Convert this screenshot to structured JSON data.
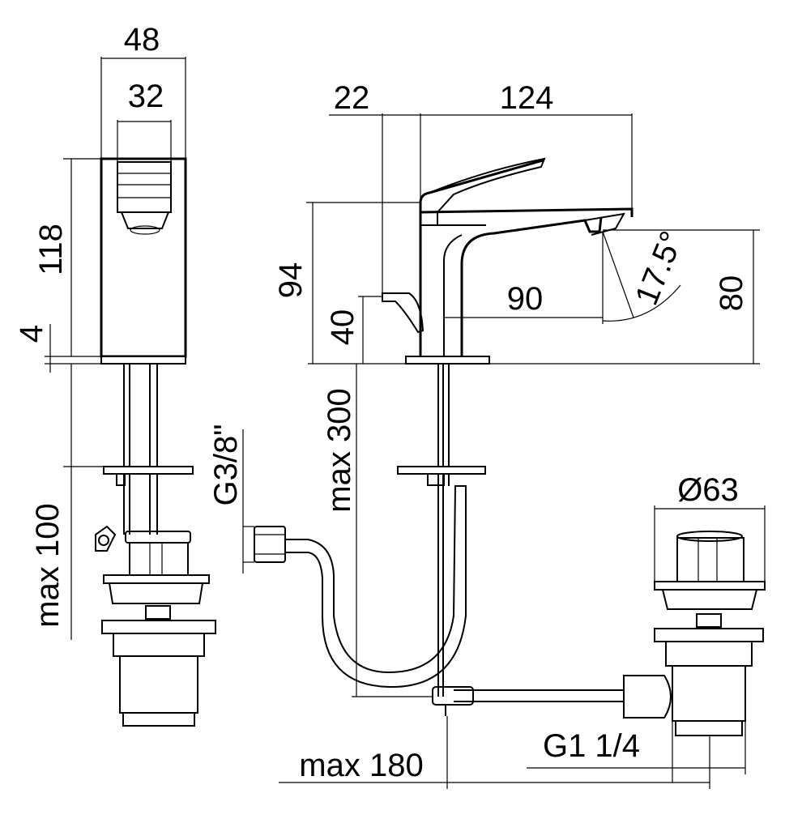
{
  "dimensions": {
    "width_48": "48",
    "width_32": "32",
    "height_118": "118",
    "thickness_4": "4",
    "max_100": "max 100",
    "offset_22": "22",
    "length_124": "124",
    "height_94": "94",
    "lever_40": "40",
    "spout_90": "90",
    "angle_17_5": "17.5°",
    "height_80": "80",
    "max_300": "max 300",
    "thread_g3_8": "G3/8\"",
    "diameter_63": "Ø63",
    "thread_g1_1_4": "G1 1/4",
    "max_180": "max 180"
  }
}
